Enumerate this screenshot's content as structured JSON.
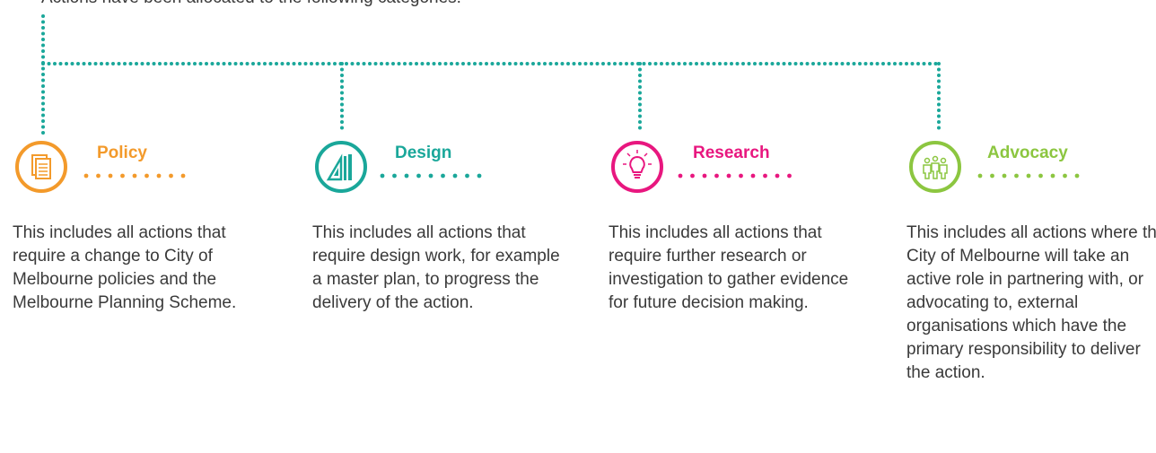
{
  "intro_text": "Actions have been allocated to the following categories:",
  "categories": [
    {
      "label": "Policy",
      "color": "#f39a2b",
      "icon": "documents-icon",
      "description": "This includes all actions that require a change to City of Melbourne policies and the Melbourne Planning Scheme."
    },
    {
      "label": "Design",
      "color": "#1aa79a",
      "icon": "design-tools-icon",
      "description": "This includes all actions that require design work, for example a master plan, to progress the delivery of the action."
    },
    {
      "label": "Research",
      "color": "#e8177f",
      "icon": "lightbulb-icon",
      "description": "This includes all actions that require further research or investigation to gather evidence for future decision making."
    },
    {
      "label": "Advocacy",
      "color": "#8cc640",
      "icon": "people-group-icon",
      "description": "This includes all actions where the City of Melbourne will take an active role in partnering with, or advocating to, external organisations which have the primary responsibility to deliver the action."
    }
  ],
  "connector_color": "#1aa79a"
}
